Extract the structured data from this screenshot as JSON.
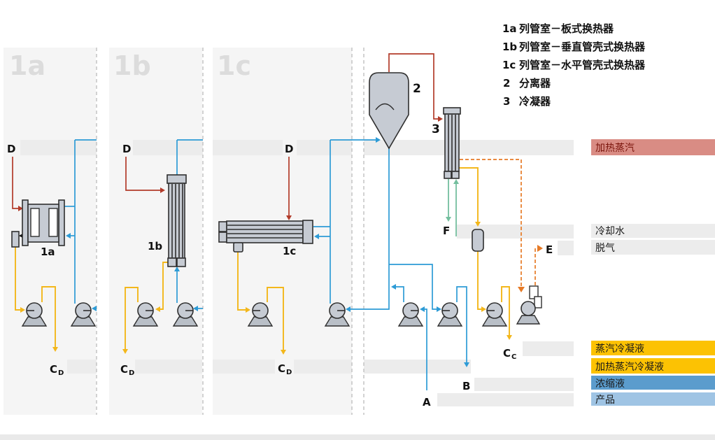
{
  "legend": {
    "items": [
      {
        "num": "1a",
        "label": "列管室－板式换热器"
      },
      {
        "num": "1b",
        "label": "列管室－垂直管壳式换热器"
      },
      {
        "num": "1c",
        "label": "列管室－水平管壳式换热器"
      },
      {
        "num": "2",
        "label": "分离器"
      },
      {
        "num": "3",
        "label": "冷凝器"
      }
    ]
  },
  "panels": {
    "a": "1a",
    "b": "1b",
    "c": "1c"
  },
  "equipment": {
    "plate_hx": "1a",
    "vertical_hx": "1b",
    "horizontal_hx": "1c",
    "separator": "2",
    "condenser": "3"
  },
  "streams": {
    "heating_steam_in": "D",
    "feed_in": "A",
    "concentrate_out": "B",
    "degassing_out": "E",
    "cooling_water": "F",
    "condensate_c": "C",
    "condensate_c_sub": "C",
    "condensate_d": "C",
    "condensate_d_sub": "D"
  },
  "rows": [
    {
      "label": "加热蒸汽",
      "band_color": "#d98c84",
      "text_color": "#7b150c"
    },
    {
      "label": "冷却水",
      "band_color": "#ececec",
      "text_color": "#1a1a1a"
    },
    {
      "label": "脱气",
      "band_color": "#ececec",
      "text_color": "#1a1a1a"
    },
    {
      "label": "蒸汽冷凝液",
      "band_color": "#fcc203",
      "text_color": "#1a1a1a"
    },
    {
      "label": "加热蒸汽冷凝液",
      "band_color": "#fcc203",
      "text_color": "#1a1a1a"
    },
    {
      "label": "浓缩液",
      "band_color": "#5b9ccd",
      "text_color": "#1a1a1a"
    },
    {
      "label": "产品",
      "band_color": "#9fc4e4",
      "text_color": "#1a1a1a"
    }
  ],
  "stream_colors": {
    "heating_steam": "#b23b2a",
    "product_concentrate": "#2d9bd6",
    "condensate": "#f3b71b",
    "cooling_water": "#74bf9e",
    "degassing": "#e67a26"
  }
}
